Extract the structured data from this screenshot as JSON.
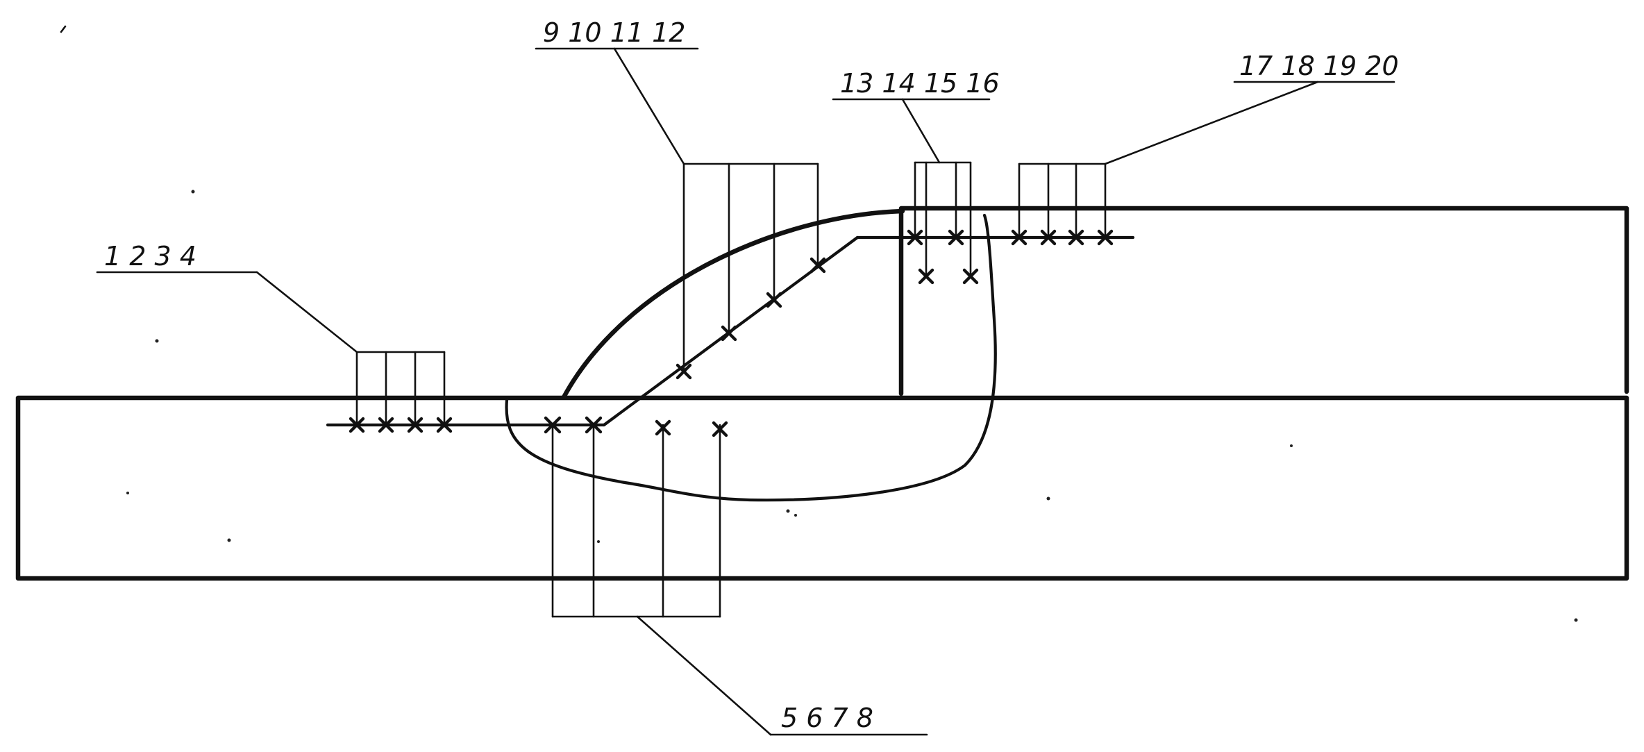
{
  "labels": [
    {
      "id": "group-1-4",
      "text": "1  2  3  4"
    },
    {
      "id": "group-5-8",
      "text": "5  6  7  8"
    },
    {
      "id": "group-9-12",
      "text": "9  10  11  12"
    },
    {
      "id": "group-13-16",
      "text": "13  14  15  16"
    },
    {
      "id": "group-17-20",
      "text": "17  18  19  20"
    }
  ]
}
